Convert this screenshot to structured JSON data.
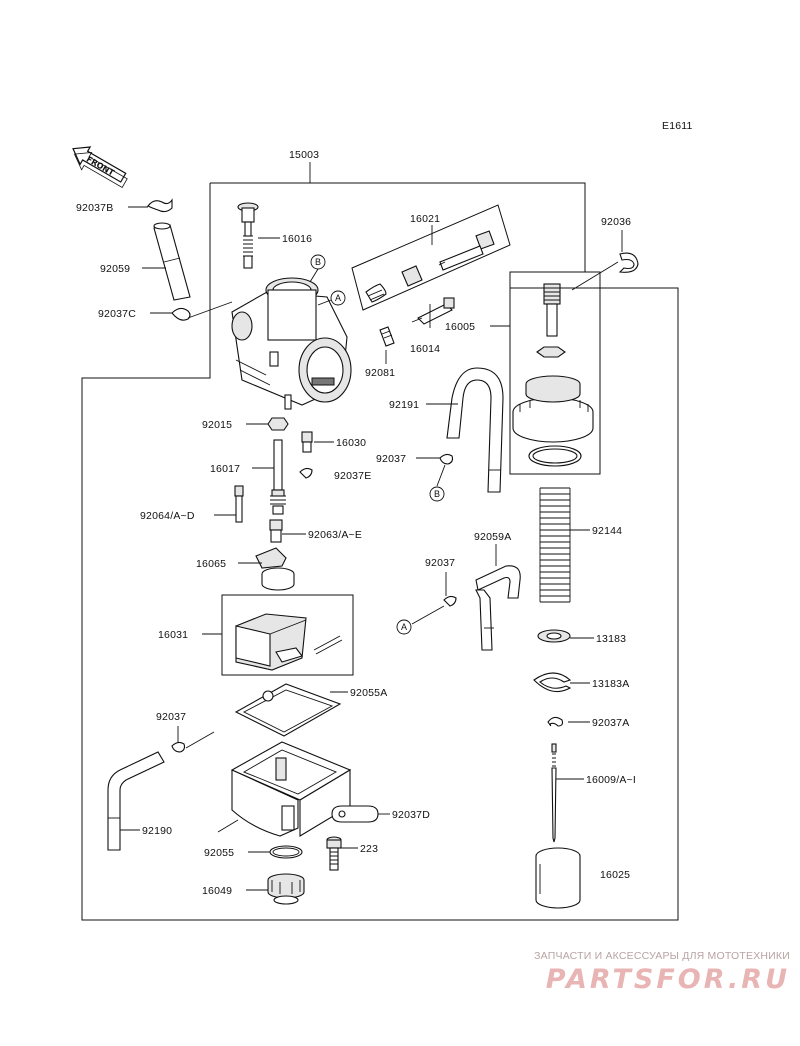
{
  "diagram_code": "E1611",
  "front_label": "FRONT",
  "refs": {
    "a": "A",
    "b": "B"
  },
  "parts": {
    "p15003": "15003",
    "p92037B": "92037B",
    "p16016": "16016",
    "p16021": "16021",
    "p92036": "92036",
    "p92059": "92059",
    "p92037C": "92037C",
    "p16005": "16005",
    "p16014": "16014",
    "p92081": "92081",
    "p92191": "92191",
    "p92015": "92015",
    "p16030": "16030",
    "p16017": "16017",
    "p92037E": "92037E",
    "p92037_1": "92037",
    "p92064": "92064/A~D",
    "p92063": "92063/A~E",
    "p92144": "92144",
    "p16065": "16065",
    "p92037_2": "92037",
    "p92059A": "92059A",
    "p16031": "16031",
    "p13183": "13183",
    "p13183A": "13183A",
    "p92055A": "92055A",
    "p92037_3": "92037",
    "p92037A": "92037A",
    "p16009": "16009/A~I",
    "p92190": "92190",
    "p92037D": "92037D",
    "p223": "223",
    "p92055": "92055",
    "p16025": "16025",
    "p16049": "16049"
  },
  "watermark": {
    "tagline": "ЗАПЧАСТИ И АКСЕССУАРЫ ДЛЯ МОТОТЕХНИКИ",
    "brand": "PARTSFOR.RU"
  }
}
